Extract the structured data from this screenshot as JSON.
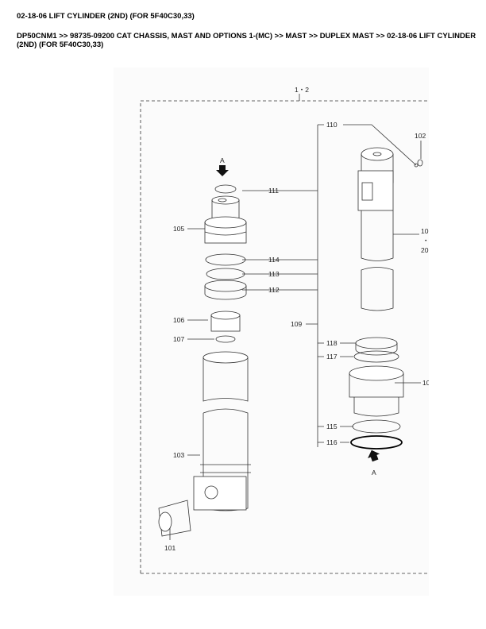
{
  "page": {
    "title": "02-18-06 LIFT CYLINDER (2ND) (FOR 5F40C30,33)",
    "breadcrumb": "DP50CNM1 >> 98735-09200 CAT CHASSIS, MAST AND OPTIONS 1-(MC) >> MAST >> DUPLEX MAST >> 02-18-06 LIFT CYLINDER (2ND) (FOR 5F40C30,33)"
  },
  "diagram": {
    "group_label": "1・2",
    "view_marks": [
      "A",
      "A"
    ],
    "callouts": {
      "c110": "110",
      "c102": "102",
      "c111": "111",
      "c105": "105",
      "c10a": "10",
      "c10dot": "・",
      "c20": "20",
      "c114": "114",
      "c113": "113",
      "c112": "112",
      "c106": "106",
      "c109": "109",
      "c107": "107",
      "c118": "118",
      "c117": "117",
      "c10b": "10",
      "c115": "115",
      "c116": "116",
      "c103": "103",
      "c101": "101"
    }
  }
}
